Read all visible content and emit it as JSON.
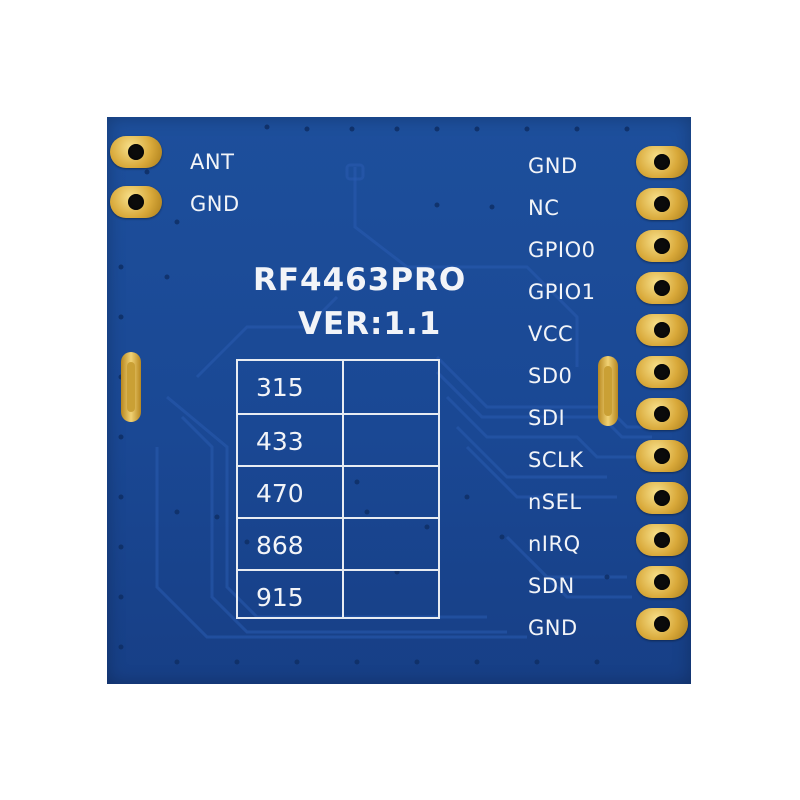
{
  "module": {
    "model": "RF4463PRO",
    "version": "VER:1.1"
  },
  "left_pins": [
    "ANT",
    "GND"
  ],
  "right_pins": [
    "GND",
    "NC",
    "GPIO0",
    "GPIO1",
    "VCC",
    "SD0",
    "SDI",
    "SCLK",
    "nSEL",
    "nIRQ",
    "SDN",
    "GND"
  ],
  "frequency_table": [
    "315",
    "433",
    "470",
    "868",
    "915"
  ],
  "colors": {
    "pcb": "#1a4894",
    "gold": "#d9a93a",
    "silkscreen": "#f2f4f8"
  }
}
